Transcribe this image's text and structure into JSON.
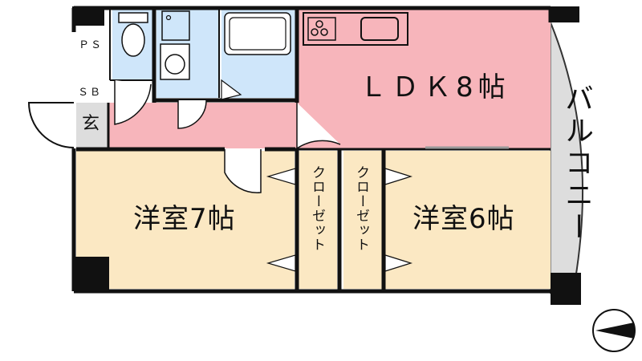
{
  "rooms": {
    "ldk": "ＬＤＫ8帖",
    "western_left": "洋室7帖",
    "western_right": "洋室6帖",
    "balcony": "バルコニー",
    "closet_left": "クローゼット",
    "closet_right": "クローゼット",
    "ps": "ＰＳ",
    "sb": "ＳＢ",
    "genkan": "玄"
  },
  "colors": {
    "ldk": "#f7b5bb",
    "western": "#fbe8c3",
    "wet": "#cfe6fa",
    "balcony": "#dddddd",
    "wall": "#111111"
  },
  "compass": "north-arrow-icon"
}
